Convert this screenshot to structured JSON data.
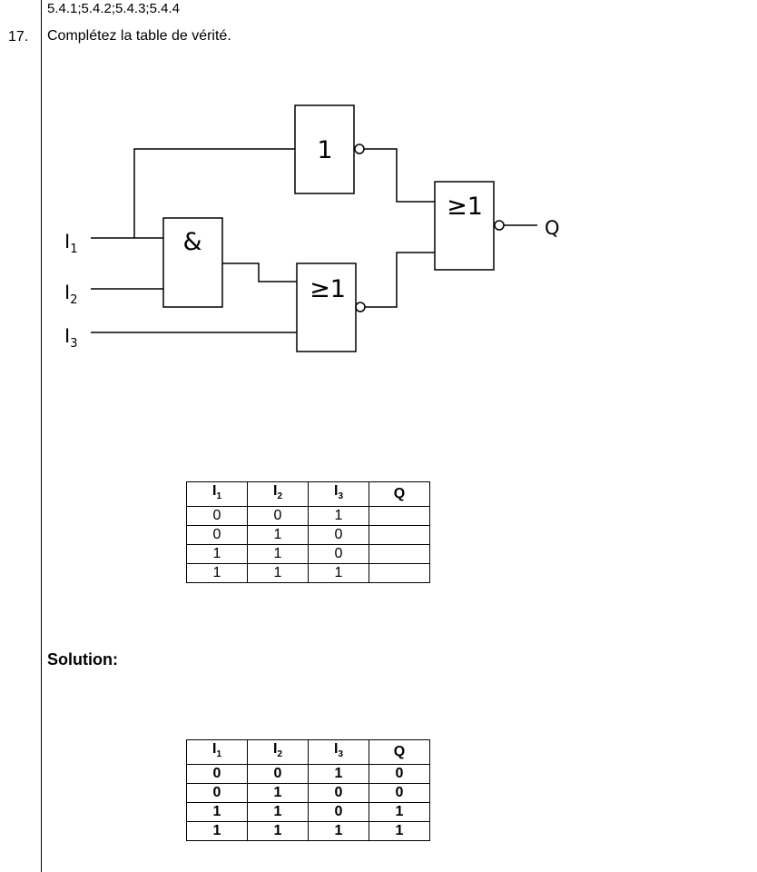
{
  "header": {
    "references": "5.4.1;5.4.2;5.4.3;5.4.4"
  },
  "question": {
    "number": "17.",
    "text": "Complétez la table de vérité."
  },
  "diagram": {
    "gates": {
      "not": "1",
      "and": "&",
      "or_bottom": "≥1",
      "nor_out": "≥1"
    },
    "inputs": {
      "i1": "I",
      "i1_sub": "1",
      "i2": "I",
      "i2_sub": "2",
      "i3": "I",
      "i3_sub": "3"
    },
    "output": "Q"
  },
  "table": {
    "headers": [
      {
        "base": "I",
        "sub": "1"
      },
      {
        "base": "I",
        "sub": "2"
      },
      {
        "base": "I",
        "sub": "3"
      },
      {
        "base": "Q",
        "sub": ""
      }
    ],
    "rows": [
      [
        "0",
        "0",
        "1",
        ""
      ],
      [
        "0",
        "1",
        "0",
        ""
      ],
      [
        "1",
        "1",
        "0",
        ""
      ],
      [
        "1",
        "1",
        "1",
        ""
      ]
    ]
  },
  "solution": {
    "label": "Solution:",
    "rows": [
      [
        "0",
        "0",
        "1",
        "0"
      ],
      [
        "0",
        "1",
        "0",
        "0"
      ],
      [
        "1",
        "1",
        "0",
        "1"
      ],
      [
        "1",
        "1",
        "1",
        "1"
      ]
    ]
  }
}
